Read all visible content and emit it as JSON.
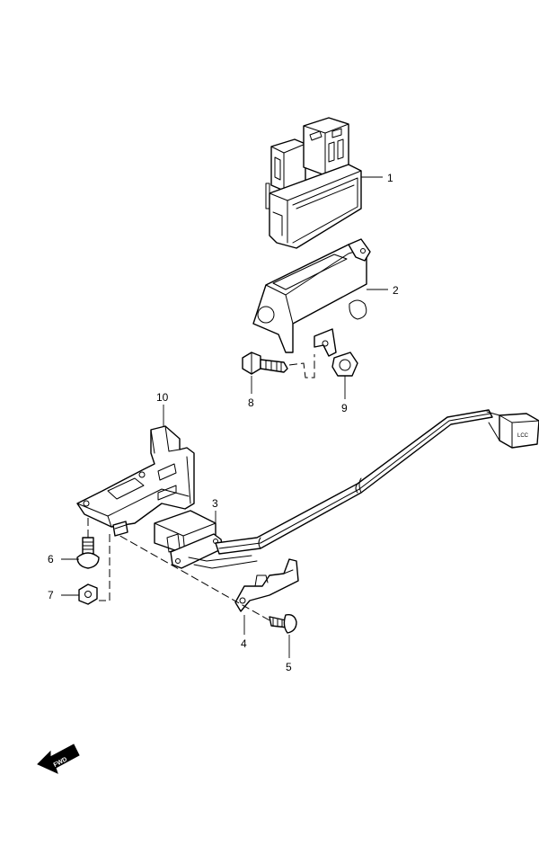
{
  "callouts": [
    {
      "id": "c1",
      "label": "1"
    },
    {
      "id": "c2",
      "label": "2"
    },
    {
      "id": "c3",
      "label": "3"
    },
    {
      "id": "c4",
      "label": "4"
    },
    {
      "id": "c5",
      "label": "5"
    },
    {
      "id": "c6",
      "label": "6"
    },
    {
      "id": "c7",
      "label": "7"
    },
    {
      "id": "c8",
      "label": "8"
    },
    {
      "id": "c9",
      "label": "9"
    },
    {
      "id": "c10",
      "label": "10"
    }
  ],
  "connector_marking": "LCC",
  "direction_arrow_label": "FWD"
}
